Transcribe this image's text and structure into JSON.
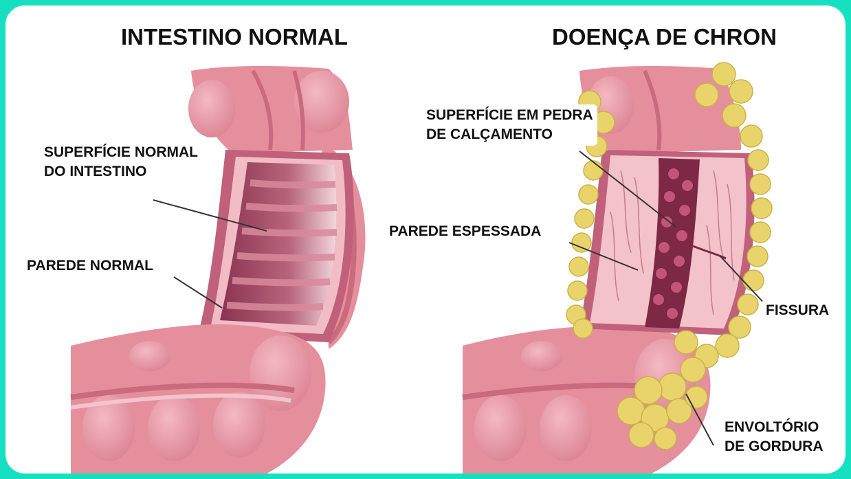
{
  "panels": {
    "normal": {
      "title": "INTESTINO NORMAL",
      "labels": {
        "surface": [
          "SUPERFÍCIE NORMAL",
          "DO INTESTINO"
        ],
        "wall": "PAREDE NORMAL"
      }
    },
    "crohn": {
      "title": "DOENÇA DE CHRON",
      "labels": {
        "surface": [
          "SUPERFÍCIE EM PEDRA",
          "DE CALÇAMENTO"
        ],
        "wall": "PAREDE ESPESSADA",
        "fissure": "FISSURA",
        "fat": [
          "ENVOLTÓRIO",
          "DE GORDURA"
        ]
      }
    }
  },
  "colors": {
    "border": "#16e0c0",
    "tissue": "#e58f9c",
    "tissue_dark": "#b55a6e",
    "lumen": "#9c3d5a",
    "fat": "#e8d46a"
  }
}
